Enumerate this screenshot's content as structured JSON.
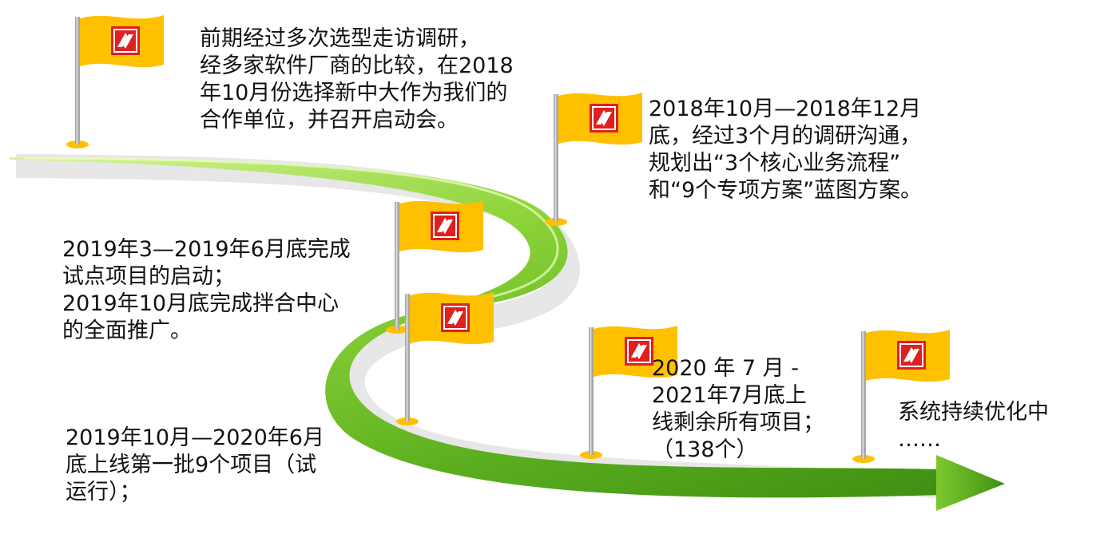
{
  "milestones": [
    {
      "lines": [
        "前期经过多次选型走访调研，",
        "经多家软件厂商的比较，在2018",
        "年10月份选择新中大作为我们的",
        "合作单位，并召开启动会。"
      ]
    },
    {
      "lines": [
        "2018年10月—2018年12月",
        "底，经过3个月的调研沟通，",
        "规划出“3个核心业务流程”",
        "和“9个专项方案”蓝图方案。"
      ]
    },
    {
      "lines": [
        "2019年3—2019年6月底完成",
        "试点项目的启动；",
        "2019年10月底完成拌合中心",
        "的全面推广。"
      ]
    },
    {
      "lines": [
        "2019年10月—2020年6月",
        "底上线第一批9个项目（试",
        "运行）；"
      ]
    },
    {
      "lines": [
        "2020 年 7 月 -",
        "2021年7月底上",
        "线剩余所有项目；",
        "（138个）"
      ]
    },
    {
      "lines": [
        "系统持续优化中",
        "……"
      ]
    }
  ],
  "colors": {
    "road_light": "#c6ec73",
    "road_mid": "#7fcc2e",
    "road_dark": "#3f8f12",
    "flag_yellow": "#ffc000",
    "logo_red": "#e0201f",
    "pole_gray": "#a6a6a6"
  },
  "icons": {
    "flag": "flag-icon",
    "logo": "company-logo-icon"
  }
}
